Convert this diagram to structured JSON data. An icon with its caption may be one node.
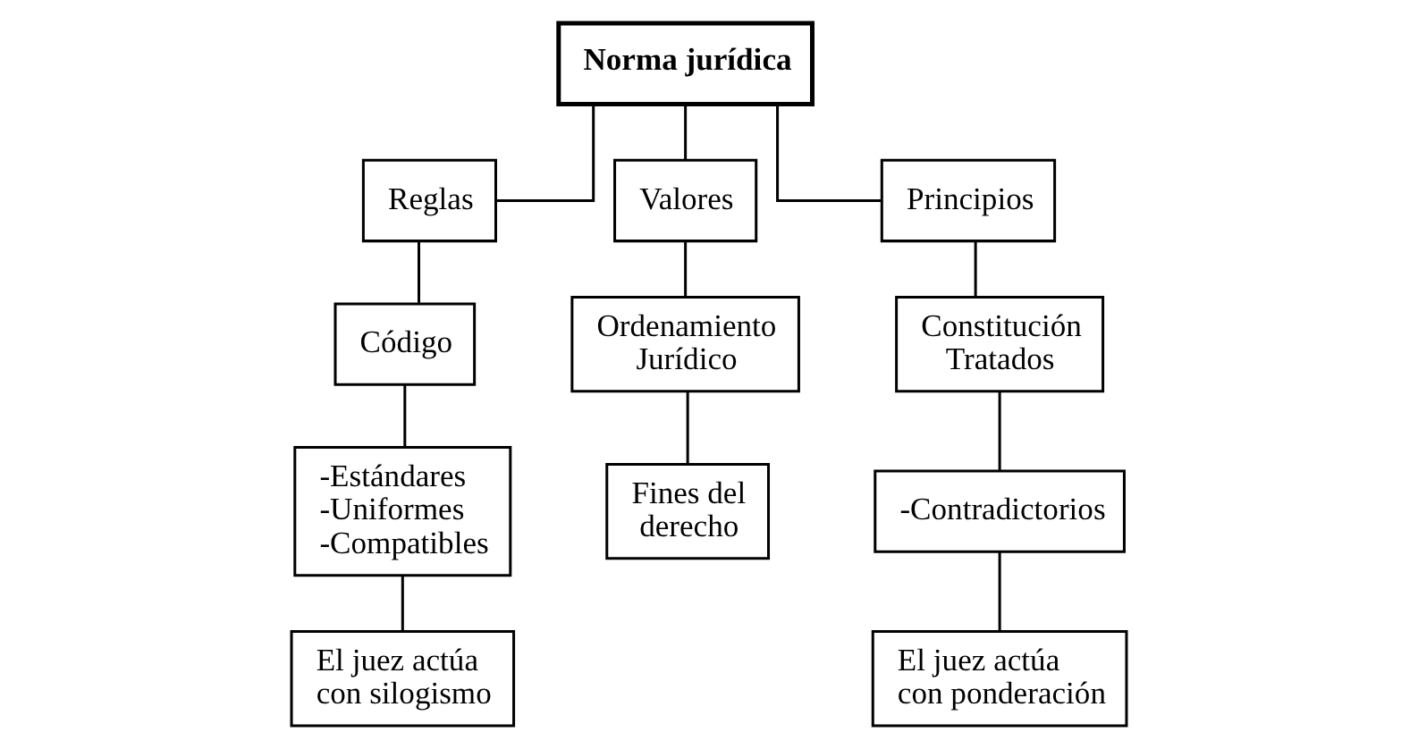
{
  "diagram": {
    "nodes": [
      {
        "text": [
          "Norma jurídica"
        ]
      },
      {
        "text": [
          "Reglas"
        ]
      },
      {
        "text": [
          "Valores"
        ]
      },
      {
        "text": [
          "Principios"
        ]
      },
      {
        "text": [
          "Código"
        ]
      },
      {
        "text": [
          "-Estándares",
          "-Uniformes",
          "-Compatibles"
        ]
      },
      {
        "text": [
          "El juez actúa con silogismo"
        ]
      },
      {
        "text": [
          "Ordenamiento Jurídico"
        ]
      },
      {
        "text": [
          "Fines del derecho"
        ]
      },
      {
        "text": [
          "Constitución",
          "Tratados"
        ]
      },
      {
        "text": [
          "-Contradictorios"
        ]
      },
      {
        "text": [
          "El juez actúa con ponderación"
        ]
      }
    ],
    "edges": [
      {
        "from": 0,
        "to": 1,
        "arrow": "none"
      },
      {
        "from": 0,
        "to": 2,
        "arrow": "none"
      },
      {
        "from": 0,
        "to": 3,
        "arrow": "none"
      },
      {
        "from": 1,
        "to": 4,
        "arrow": "none"
      },
      {
        "from": 4,
        "to": 5,
        "arrow": "none"
      },
      {
        "from": 5,
        "to": 6,
        "arrow": "none"
      },
      {
        "from": 2,
        "to": 7,
        "arrow": "none"
      },
      {
        "from": 7,
        "to": 8,
        "arrow": "none"
      },
      {
        "from": 3,
        "to": 9,
        "arrow": "none"
      },
      {
        "from": 9,
        "to": 10,
        "arrow": "none"
      },
      {
        "from": 10,
        "to": 11,
        "arrow": "none"
      }
    ]
  }
}
